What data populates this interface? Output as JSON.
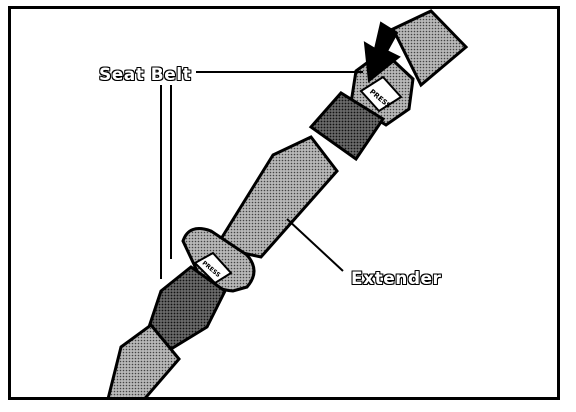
{
  "labels": {
    "seat_belt": "Seat Belt",
    "extender": "Extender",
    "press_button_top": "PRESS",
    "press_button_bottom": "PRESS"
  },
  "colors": {
    "outline": "#000000",
    "belt_fill": "#8a8a8a",
    "buckle_fill": "#5a5a5a",
    "label_text": "#ffffff",
    "background": "#ffffff"
  },
  "icons": {
    "press_arrow": "arrow-down-icon"
  }
}
